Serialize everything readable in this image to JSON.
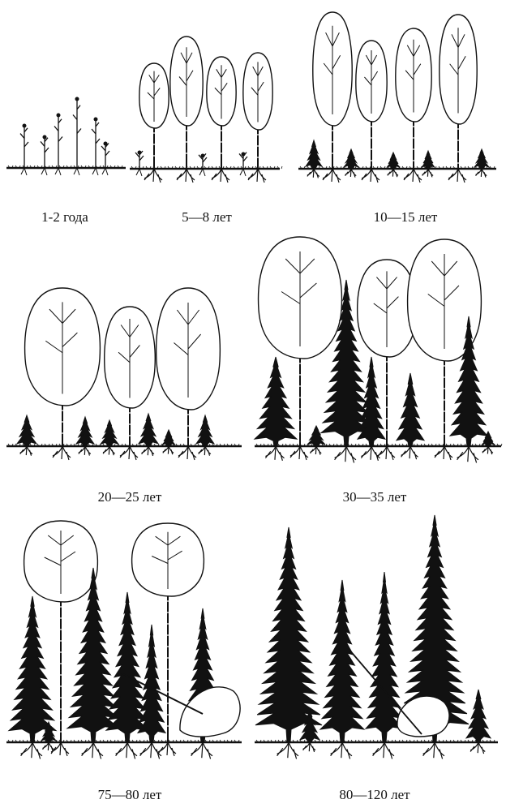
{
  "panels": [
    {
      "label": "1-2 года"
    },
    {
      "label": "5—8 лет"
    },
    {
      "label": "10—15 лет"
    },
    {
      "label": "20—25 лет"
    },
    {
      "label": "30—35 лет"
    },
    {
      "label": "75—80 лет"
    },
    {
      "label": "80—120 лет"
    }
  ],
  "colors": {
    "ink": "#111111",
    "paper": "#ffffff"
  }
}
